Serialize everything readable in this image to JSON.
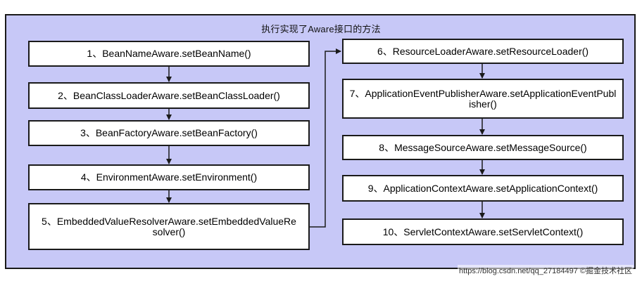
{
  "diagram": {
    "title": "执行实现了Aware接口的方法",
    "left_steps": [
      "1、BeanNameAware.setBeanName()",
      "2、BeanClassLoaderAware.setBeanClassLoader()",
      "3、BeanFactoryAware.setBeanFactory()",
      "4、EnvironmentAware.setEnvironment()",
      "5、EmbeddedValueResolverAware.setEmbeddedValueResolver()"
    ],
    "right_steps": [
      "6、ResourceLoaderAware.setResourceLoader()",
      "7、ApplicationEventPublisherAware.setApplicationEventPublisher()",
      "8、MessageSourceAware.setMessageSource()",
      "9、ApplicationContextAware.setApplicationContext()",
      "10、ServletContextAware.setServletContext()"
    ]
  },
  "watermark": "https://blog.csdn.net/qq_27184497 ©掘金技术社区",
  "colors": {
    "background": "#c7c8f7",
    "box": "#ffffff",
    "stroke": "#1a1a1a"
  }
}
